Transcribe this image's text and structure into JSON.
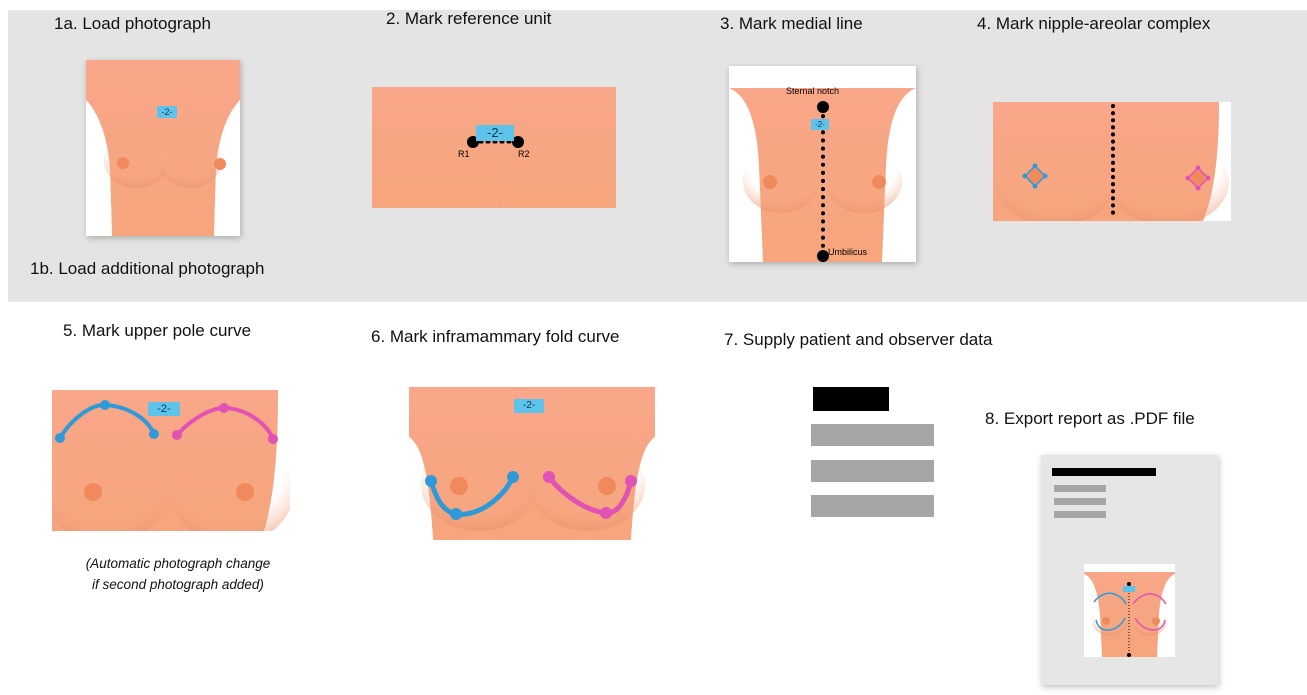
{
  "steps": {
    "s1a": "1a. Load photograph",
    "s1b": "1b. Load additional photograph",
    "s2": "2. Mark reference unit",
    "s3": "3. Mark medial line",
    "s4": "4. Mark nipple-areolar complex",
    "s5": "5. Mark upper pole curve",
    "s6": "6. Mark inframammary fold curve",
    "s7": "7. Supply patient and observer data",
    "s8": "8. Export report as .PDF file"
  },
  "note_line1": "(Automatic photograph change",
  "note_line2": "if second photograph added)",
  "reference_label": "-2-",
  "reference_points": {
    "r1": "R1",
    "r2": "R2"
  },
  "medial_labels": {
    "top": "Sternal notch",
    "bottom": "Umbilicus"
  },
  "colors": {
    "skin": "#f7a883",
    "nipple": "#f08a5d",
    "reference_tag": "#5ec3ea",
    "left_curve": "#2f9ad8",
    "right_curve": "#e052b3",
    "band": "#e4e4e4"
  },
  "icons": {
    "form": "form-icon",
    "report": "pdf-report-icon"
  }
}
